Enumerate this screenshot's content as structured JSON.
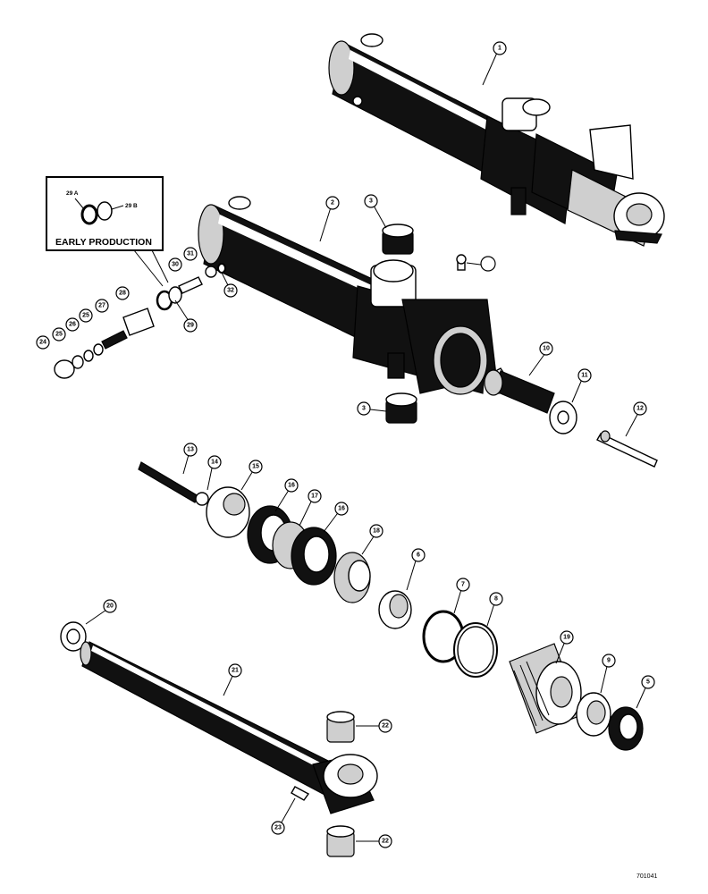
{
  "inset": {
    "title": "EARLY PRODUCTION",
    "label_a": "29 A",
    "label_b": "29 B"
  },
  "drawing_number": "701041",
  "callouts": {
    "c1": "1",
    "c2": "2",
    "c3a": "3",
    "c3b": "3",
    "c4": "",
    "c5": "5",
    "c6": "6",
    "c7": "7",
    "c8": "8",
    "c9": "9",
    "c10": "10",
    "c11": "11",
    "c12": "12",
    "c13": "13",
    "c14": "14",
    "c15": "15",
    "c16a": "16",
    "c16b": "16",
    "c17": "17",
    "c18": "18",
    "c19": "19",
    "c20": "20",
    "c21": "21",
    "c22a": "22",
    "c22b": "22",
    "c23": "23",
    "c24": "24",
    "c25a": "25",
    "c25b": "25",
    "c26": "26",
    "c27": "27",
    "c28": "28",
    "c29": "29",
    "c30": "30",
    "c31": "31",
    "c32": "32"
  }
}
